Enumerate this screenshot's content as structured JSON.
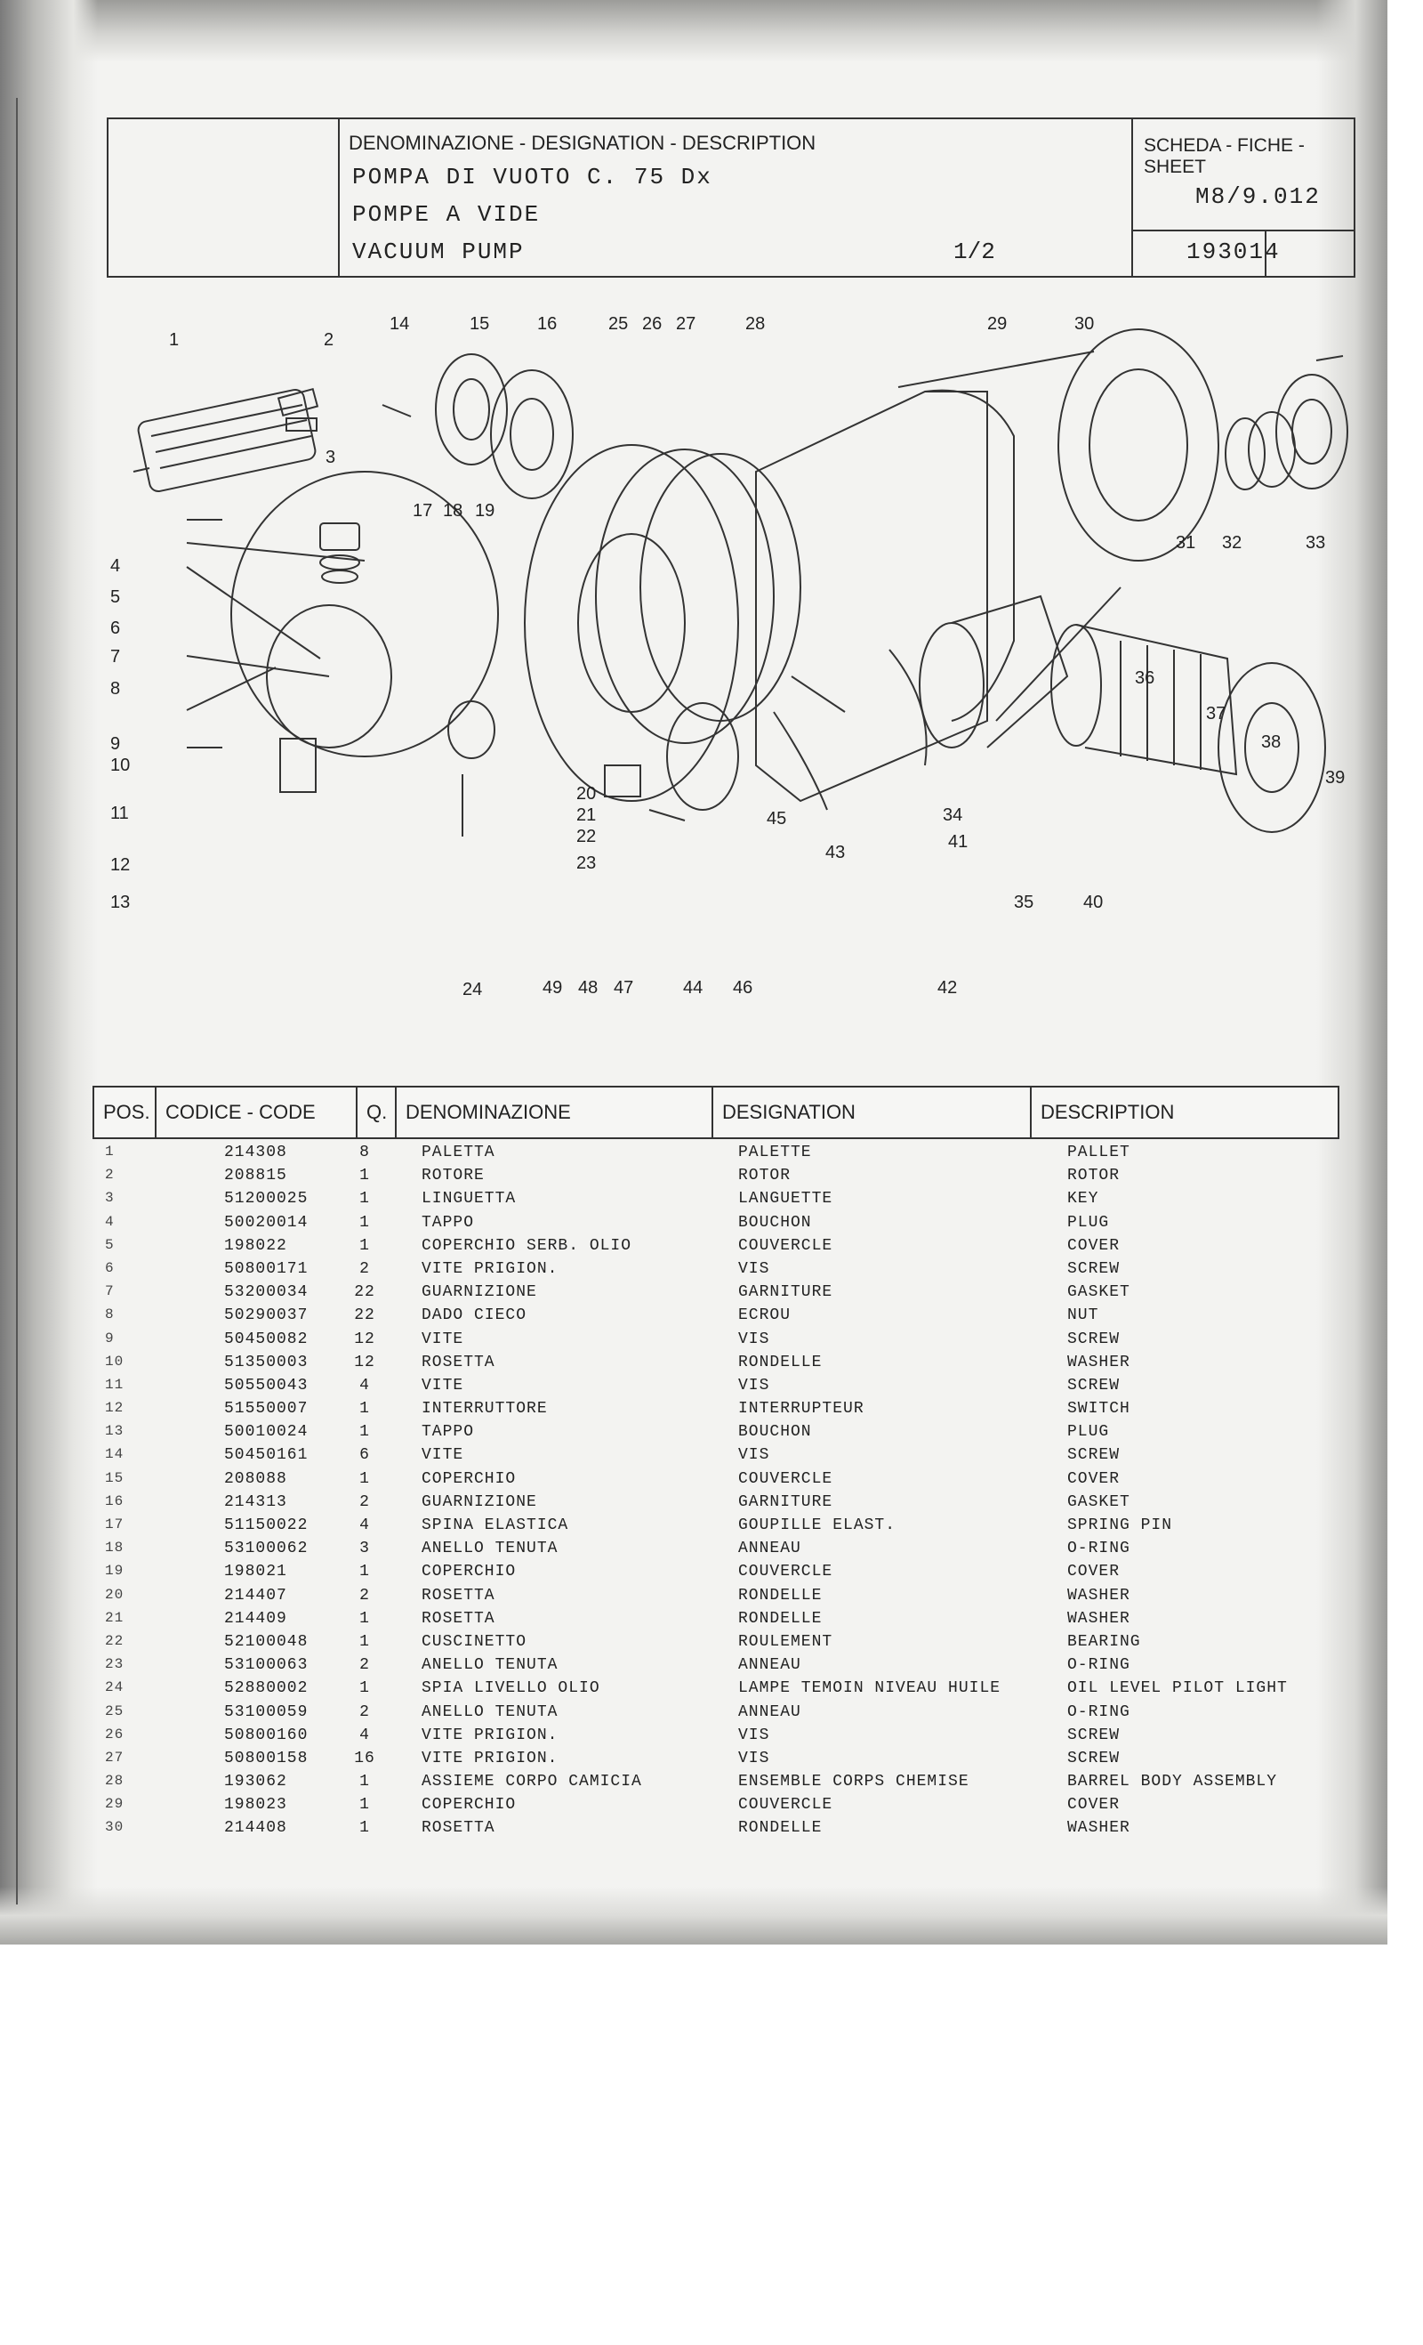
{
  "header": {
    "designation_label": "DENOMINAZIONE - DESIGNATION - DESCRIPTION",
    "designation_lines": [
      "POMPA DI VUOTO C. 75 Dx",
      "POMPE A VIDE",
      "VACUUM PUMP"
    ],
    "page": "1/2",
    "sheet_label": "SCHEDA - FICHE - SHEET",
    "sheet_code": "M8/9.012",
    "sheet_number": "193014"
  },
  "diagram": {
    "callouts": [
      "1",
      "2",
      "3",
      "4",
      "5",
      "6",
      "7",
      "8",
      "9",
      "10",
      "11",
      "12",
      "13",
      "14",
      "15",
      "16",
      "17",
      "18",
      "19",
      "20",
      "21",
      "22",
      "23",
      "24",
      "25",
      "26",
      "27",
      "28",
      "29",
      "30",
      "31",
      "32",
      "33",
      "34",
      "35",
      "36",
      "37",
      "38",
      "39",
      "40",
      "41",
      "42",
      "43",
      "44",
      "45",
      "46",
      "47",
      "48",
      "49"
    ]
  },
  "table": {
    "headers": {
      "pos": "POS.",
      "code": "CODICE - CODE",
      "qty": "Q.",
      "it": "DENOMINAZIONE",
      "fr": "DESIGNATION",
      "en": "DESCRIPTION"
    },
    "rows": [
      {
        "pos": "1",
        "code": "214308",
        "qty": "8",
        "it": "PALETTA",
        "fr": "PALETTE",
        "en": "PALLET"
      },
      {
        "pos": "2",
        "code": "208815",
        "qty": "1",
        "it": "ROTORE",
        "fr": "ROTOR",
        "en": "ROTOR"
      },
      {
        "pos": "3",
        "code": "51200025",
        "qty": "1",
        "it": "LINGUETTA",
        "fr": "LANGUETTE",
        "en": "KEY"
      },
      {
        "pos": "4",
        "code": "50020014",
        "qty": "1",
        "it": "TAPPO",
        "fr": "BOUCHON",
        "en": "PLUG"
      },
      {
        "pos": "5",
        "code": "198022",
        "qty": "1",
        "it": "COPERCHIO SERB. OLIO",
        "fr": "COUVERCLE",
        "en": "COVER"
      },
      {
        "pos": "6",
        "code": "50800171",
        "qty": "2",
        "it": "VITE PRIGION.",
        "fr": "VIS",
        "en": "SCREW"
      },
      {
        "pos": "7",
        "code": "53200034",
        "qty": "22",
        "it": "GUARNIZIONE",
        "fr": "GARNITURE",
        "en": "GASKET"
      },
      {
        "pos": "8",
        "code": "50290037",
        "qty": "22",
        "it": "DADO CIECO",
        "fr": "ECROU",
        "en": "NUT"
      },
      {
        "pos": "9",
        "code": "50450082",
        "qty": "12",
        "it": "VITE",
        "fr": "VIS",
        "en": "SCREW"
      },
      {
        "pos": "10",
        "code": "51350003",
        "qty": "12",
        "it": "ROSETTA",
        "fr": "RONDELLE",
        "en": "WASHER"
      },
      {
        "pos": "11",
        "code": "50550043",
        "qty": "4",
        "it": "VITE",
        "fr": "VIS",
        "en": "SCREW"
      },
      {
        "pos": "12",
        "code": "51550007",
        "qty": "1",
        "it": "INTERRUTTORE",
        "fr": "INTERRUPTEUR",
        "en": "SWITCH"
      },
      {
        "pos": "13",
        "code": "50010024",
        "qty": "1",
        "it": "TAPPO",
        "fr": "BOUCHON",
        "en": "PLUG"
      },
      {
        "pos": "14",
        "code": "50450161",
        "qty": "6",
        "it": "VITE",
        "fr": "VIS",
        "en": "SCREW"
      },
      {
        "pos": "15",
        "code": "208088",
        "qty": "1",
        "it": "COPERCHIO",
        "fr": "COUVERCLE",
        "en": "COVER"
      },
      {
        "pos": "16",
        "code": "214313",
        "qty": "2",
        "it": "GUARNIZIONE",
        "fr": "GARNITURE",
        "en": "GASKET"
      },
      {
        "pos": "17",
        "code": "51150022",
        "qty": "4",
        "it": "SPINA ELASTICA",
        "fr": "GOUPILLE ELAST.",
        "en": "SPRING PIN"
      },
      {
        "pos": "18",
        "code": "53100062",
        "qty": "3",
        "it": "ANELLO TENUTA",
        "fr": "ANNEAU",
        "en": "O-RING"
      },
      {
        "pos": "19",
        "code": "198021",
        "qty": "1",
        "it": "COPERCHIO",
        "fr": "COUVERCLE",
        "en": "COVER"
      },
      {
        "pos": "20",
        "code": "214407",
        "qty": "2",
        "it": "ROSETTA",
        "fr": "RONDELLE",
        "en": "WASHER"
      },
      {
        "pos": "21",
        "code": "214409",
        "qty": "1",
        "it": "ROSETTA",
        "fr": "RONDELLE",
        "en": "WASHER"
      },
      {
        "pos": "22",
        "code": "52100048",
        "qty": "1",
        "it": "CUSCINETTO",
        "fr": "ROULEMENT",
        "en": "BEARING"
      },
      {
        "pos": "23",
        "code": "53100063",
        "qty": "2",
        "it": "ANELLO TENUTA",
        "fr": "ANNEAU",
        "en": "O-RING"
      },
      {
        "pos": "24",
        "code": "52880002",
        "qty": "1",
        "it": "SPIA LIVELLO OLIO",
        "fr": "LAMPE TEMOIN NIVEAU HUILE",
        "en": "OIL LEVEL PILOT LIGHT"
      },
      {
        "pos": "25",
        "code": "53100059",
        "qty": "2",
        "it": "ANELLO TENUTA",
        "fr": "ANNEAU",
        "en": "O-RING"
      },
      {
        "pos": "26",
        "code": "50800160",
        "qty": "4",
        "it": "VITE PRIGION.",
        "fr": "VIS",
        "en": "SCREW"
      },
      {
        "pos": "27",
        "code": "50800158",
        "qty": "16",
        "it": "VITE PRIGION.",
        "fr": "VIS",
        "en": "SCREW"
      },
      {
        "pos": "28",
        "code": "193062",
        "qty": "1",
        "it": "ASSIEME CORPO CAMICIA",
        "fr": "ENSEMBLE CORPS CHEMISE",
        "en": "BARREL BODY ASSEMBLY"
      },
      {
        "pos": "29",
        "code": "198023",
        "qty": "1",
        "it": "COPERCHIO",
        "fr": "COUVERCLE",
        "en": "COVER"
      },
      {
        "pos": "30",
        "code": "214408",
        "qty": "1",
        "it": "ROSETTA",
        "fr": "RONDELLE",
        "en": "WASHER"
      }
    ]
  }
}
